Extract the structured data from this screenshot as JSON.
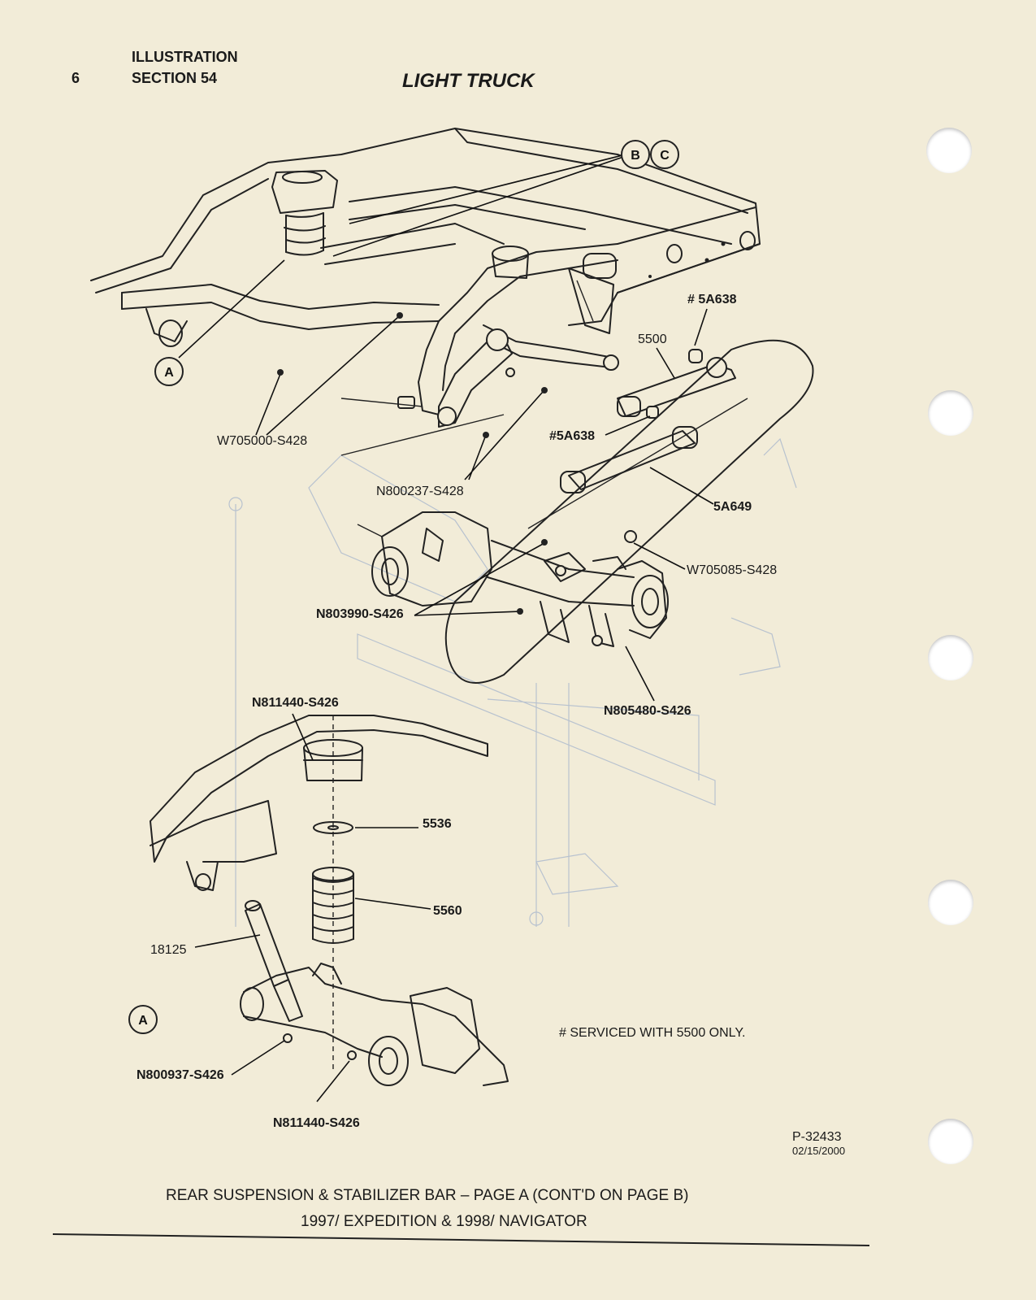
{
  "header": {
    "page_number": "6",
    "section_line1": "ILLUSTRATION",
    "section_line2": "SECTION 54",
    "title": "LIGHT TRUCK"
  },
  "callouts": {
    "b": "B",
    "c": "C",
    "a_top": "A",
    "a_bottom": "A"
  },
  "labels": {
    "p5a638_top": "# 5A638",
    "p5500": "5500",
    "w705000": "W705000-S428",
    "p5a638_mid": "#5A638",
    "n800237": "N800237-S428",
    "p5a649": "5A649",
    "w705085": "W705085-S428",
    "n803990": "N803990-S426",
    "n805480": "N805480-S426",
    "n811440_top": "N811440-S426",
    "p5536": "5536",
    "p5560": "5560",
    "p18125": "18125",
    "n800937": "N800937-S426",
    "n811440_bottom": "N811440-S426"
  },
  "note": "#  SERVICED WITH 5500 ONLY.",
  "drawing_number": "P-32433",
  "drawing_date": "02/15/2000",
  "caption": {
    "line1": "REAR SUSPENSION & STABILIZER BAR – PAGE A (CONT'D ON PAGE B)",
    "line2": "1997/ EXPEDITION & 1998/ NAVIGATOR"
  }
}
